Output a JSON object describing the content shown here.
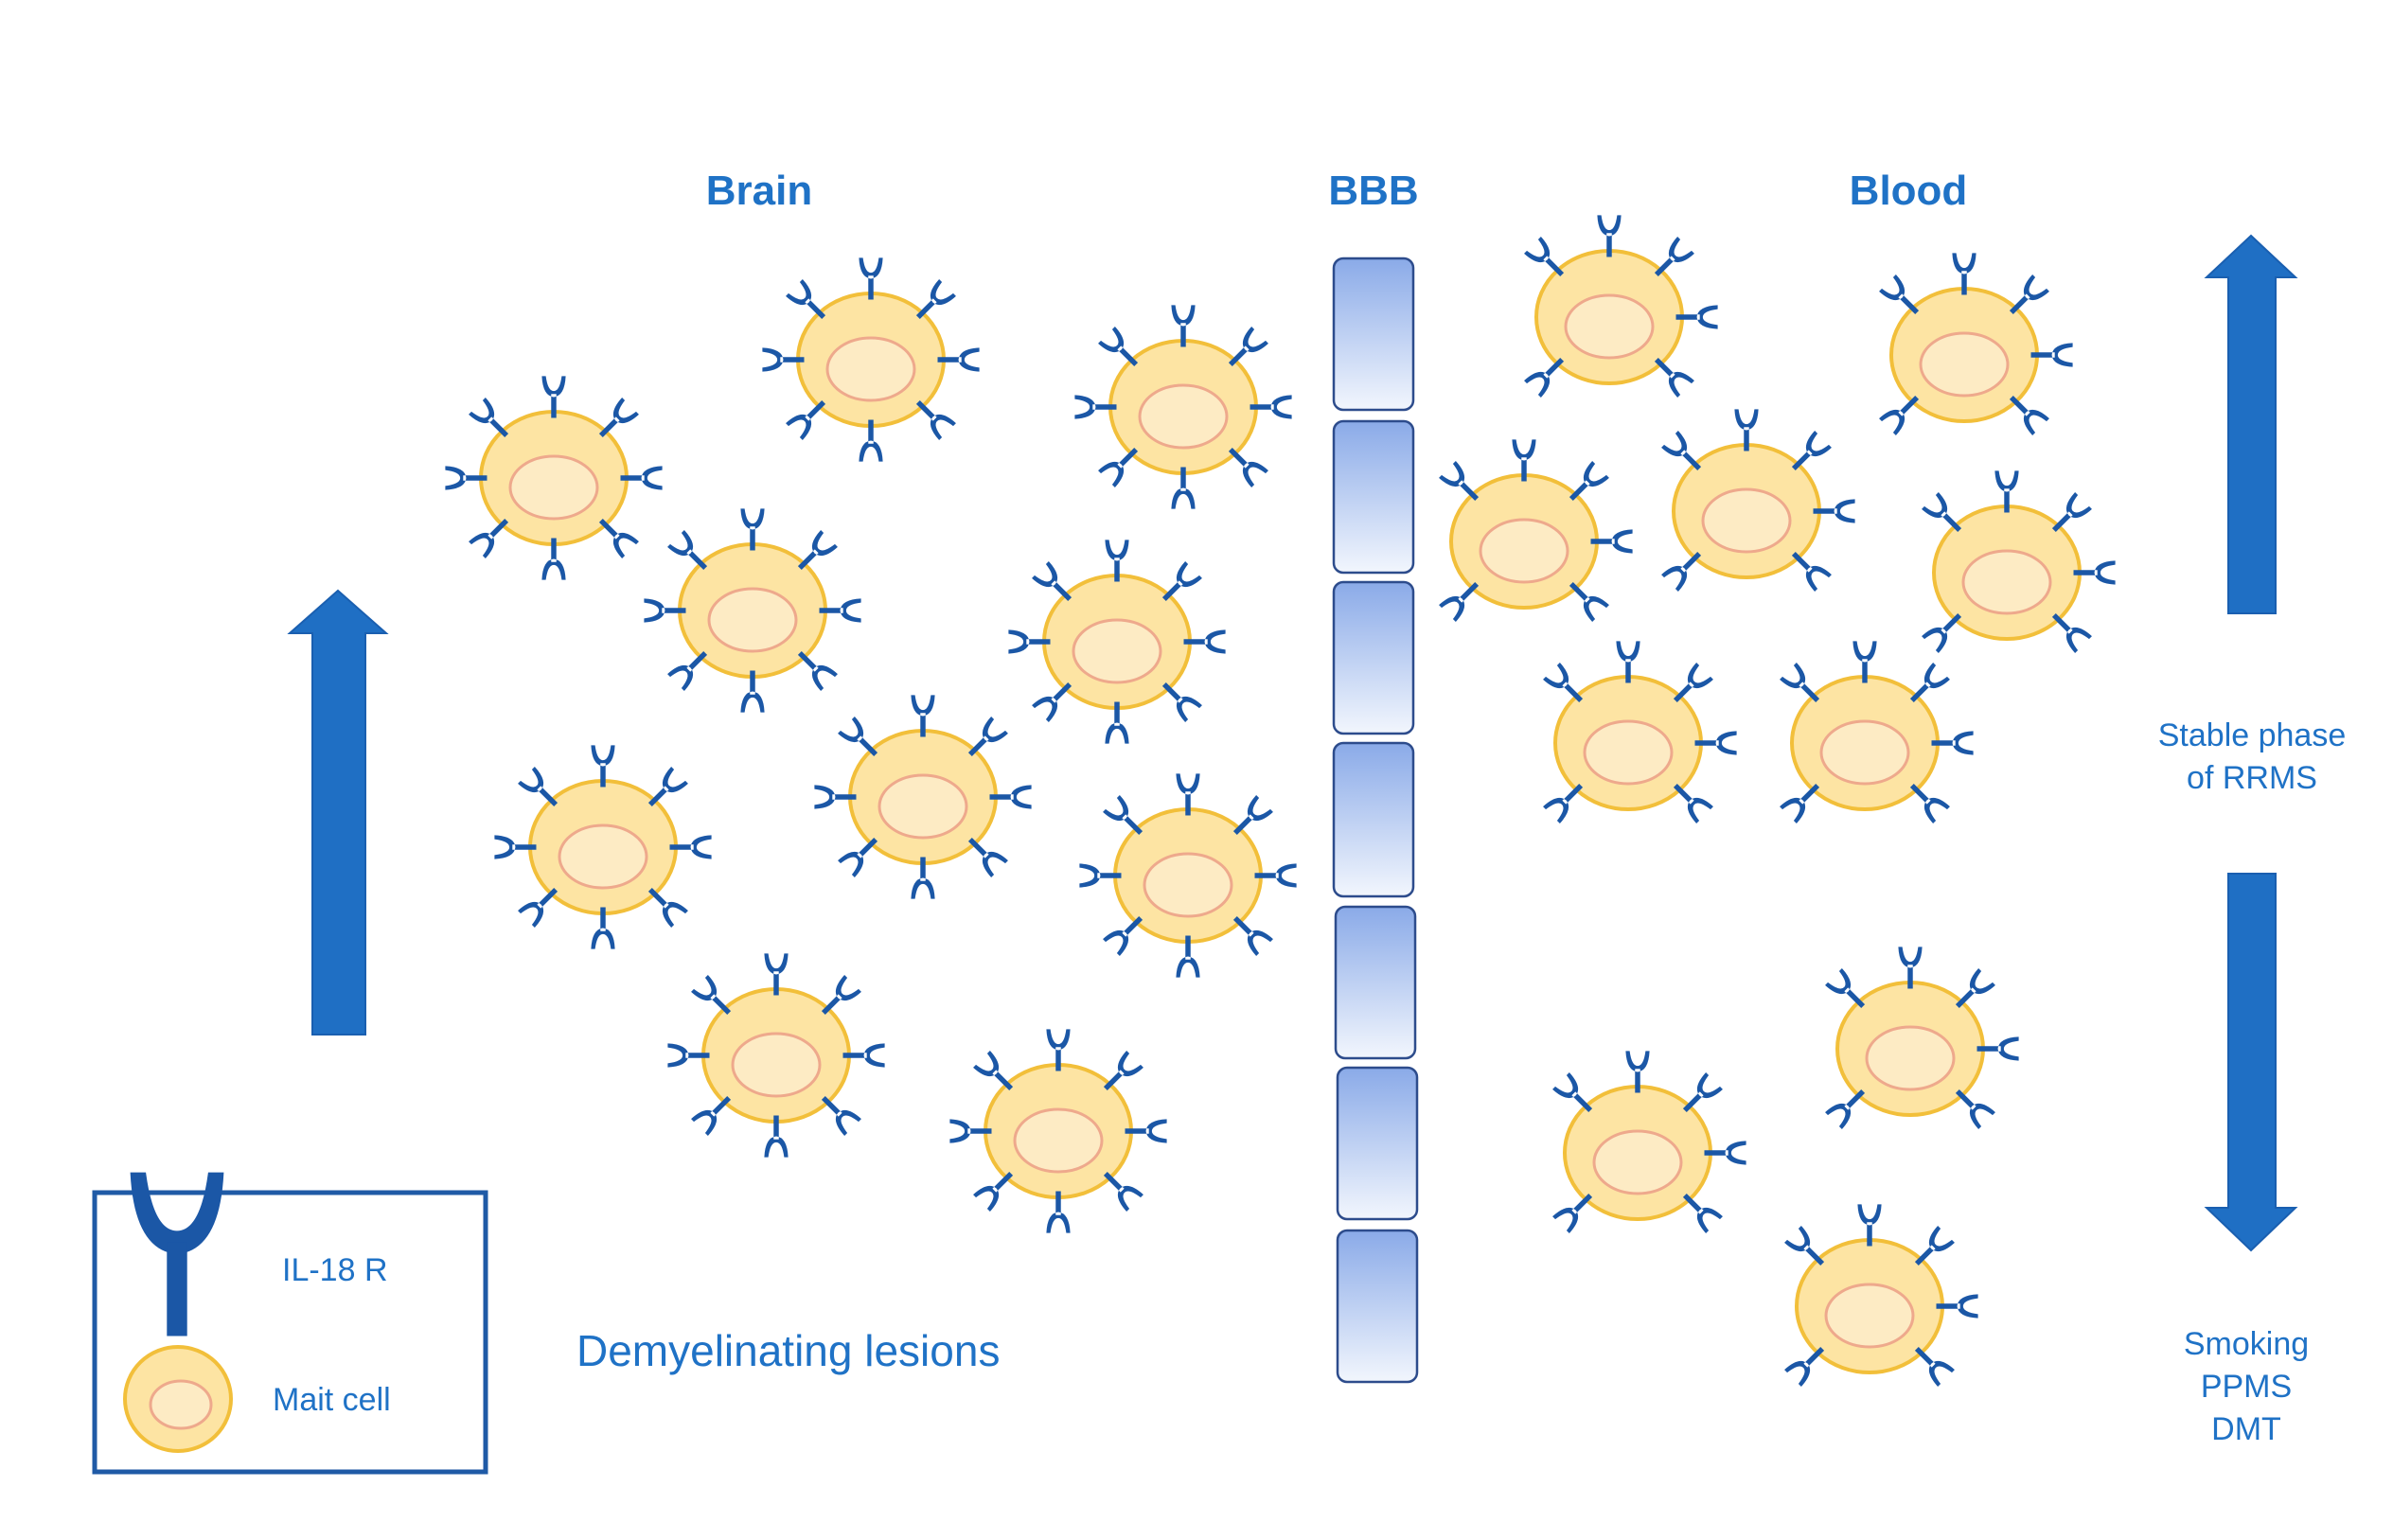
{
  "headers": {
    "brain": "Brain",
    "bbb": "BBB",
    "blood": "Blood"
  },
  "brain_caption": "Demyelinating lesions",
  "increase_factors": {
    "line1": "Stable phase",
    "line2": "of RRMS"
  },
  "decrease_factors": {
    "line1": "Smoking",
    "line2": "PPMS",
    "line3": "DMT"
  },
  "legend": {
    "receptor_label": "IL-18 R",
    "cell_label": "Mait cell"
  },
  "colors": {
    "text_blue": "#1f72c6",
    "arrow_blue": "#1f6fc4",
    "receptor_blue": "#1b57a6",
    "cell_fill": "#fde4a3",
    "cell_border": "#f2bf3a",
    "nucleus_fill": "#fdebc4",
    "nucleus_border": "#eea98c",
    "barrier_top": "#8aaae8",
    "barrier_bottom": "#f2f6fd",
    "barrier_border": "#2d4c8c"
  },
  "icons": [
    "up-arrow-icon",
    "down-arrow-icon",
    "il18-receptor-icon",
    "mait-cell-icon"
  ]
}
